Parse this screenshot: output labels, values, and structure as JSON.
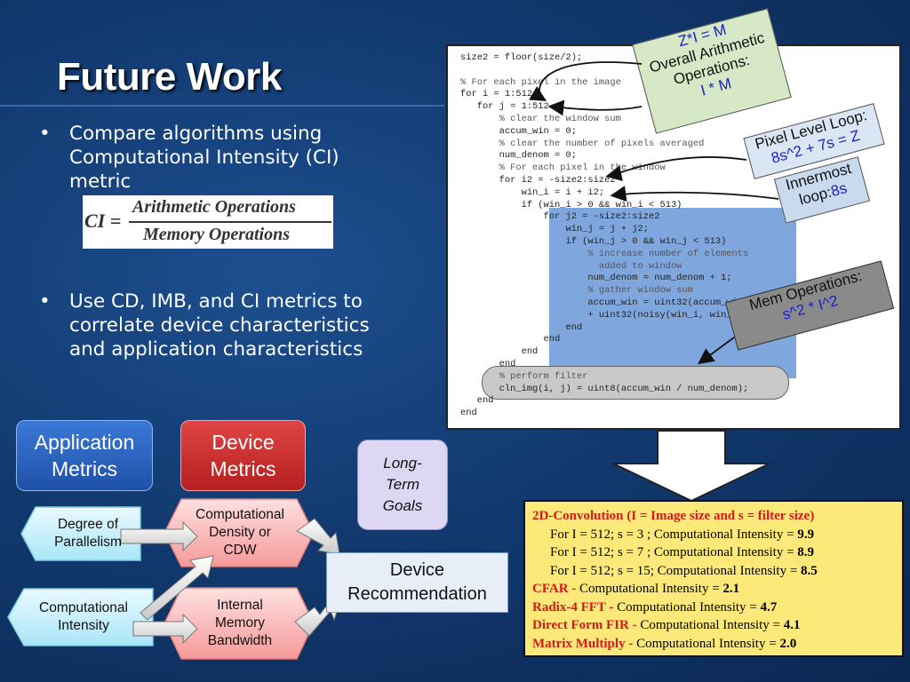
{
  "slide": {
    "title": "Future Work",
    "bullets": [
      {
        "lines": [
          "Compare algorithms using",
          "Computational Intensity (CI)",
          "metric"
        ]
      },
      {
        "lines": [
          "Use CD, IMB, and CI metrics to",
          "correlate device characteristics",
          "and application characteristics"
        ]
      }
    ],
    "bullet_marker": "•",
    "formula": {
      "lhs": "CI =",
      "numerator": "Arithmetic Operations",
      "denominator": "Memory Operations"
    }
  },
  "code": {
    "lines": [
      {
        "text": "size2 = floor(size/2);",
        "comment": false
      },
      {
        "text": "",
        "comment": false
      },
      {
        "text": "% For each pixel in the image",
        "comment": true
      },
      {
        "text": "for i = 1:512",
        "comment": false
      },
      {
        "text": "   for j = 1:512",
        "comment": false
      },
      {
        "text": "       % clear the window sum",
        "comment": true
      },
      {
        "text": "       accum_win = 0;",
        "comment": false
      },
      {
        "text": "       % clear the number of pixels averaged",
        "comment": true
      },
      {
        "text": "       num_denom = 0;",
        "comment": false
      },
      {
        "text": "       % For each pixel in the window",
        "comment": true
      },
      {
        "text": "       for i2 = -size2:size2",
        "comment": false
      },
      {
        "text": "           win_i = i + i2;",
        "comment": false
      },
      {
        "text": "           if (win_i > 0 && win_i < 513)",
        "comment": false
      },
      {
        "text": "               for j2 = -size2:size2",
        "comment": false
      },
      {
        "text": "                   win_j = j + j2;",
        "comment": false
      },
      {
        "text": "                   if (win_j > 0 && win_j < 513)",
        "comment": false
      },
      {
        "text": "                       % increase number of elements",
        "comment": true
      },
      {
        "text": "                         added to window",
        "comment": true
      },
      {
        "text": "                       num_denom = num_denom + 1;",
        "comment": false
      },
      {
        "text": "                       % gather window sum",
        "comment": true
      },
      {
        "text": "                       accum_win = uint32(accum_win)",
        "comment": false
      },
      {
        "text": "                       + uint32(noisy(win_i, win_j));",
        "comment": false
      },
      {
        "text": "                   end",
        "comment": false
      },
      {
        "text": "               end",
        "comment": false
      },
      {
        "text": "           end",
        "comment": false
      },
      {
        "text": "       end",
        "comment": false
      },
      {
        "text": "       % perform filter",
        "comment": true
      },
      {
        "text": "       cln_img(i, j) = uint8(accum_win / num_denom);",
        "comment": false
      },
      {
        "text": "   end",
        "comment": false
      },
      {
        "text": "end",
        "comment": false
      }
    ]
  },
  "annotations": {
    "zim": {
      "line1": "Z*I = M",
      "line2": "Overall Arithmetic",
      "line3": "Operations:",
      "line4": "I * M"
    },
    "pixel_loop": {
      "line1": "Pixel Level Loop:",
      "line2": "8s^2 + 7s = Z"
    },
    "innermost": {
      "line1": "Innermost",
      "line2a": "loop:",
      "line2b": "8s"
    },
    "mem_ops": {
      "line1": "Mem Operations:",
      "line2": "s^2 * I^2"
    }
  },
  "results": {
    "heading": "2D-Convolution (I = Image size and s = filter size)",
    "rows": [
      {
        "prefix": "For I = 512; s = 3 ;  Computational Intensity = ",
        "value": "9.9"
      },
      {
        "prefix": "For I = 512; s = 7 ;  Computational Intensity = ",
        "value": "8.9"
      },
      {
        "prefix": "For I = 512; s = 15; Computational Intensity = ",
        "value": "8.5"
      }
    ],
    "others": [
      {
        "name": "CFAR - ",
        "text": "Computational Intensity = ",
        "value": "2.1"
      },
      {
        "name": "Radix-4 FFT - ",
        "text": "Computational Intensity = ",
        "value": "4.7"
      },
      {
        "name": "Direct Form FIR - ",
        "text": "Computational Intensity = ",
        "value": "4.1"
      },
      {
        "name": "Matrix Multiply - ",
        "text": "Computational Intensity = ",
        "value": "2.0"
      }
    ]
  },
  "diagram": {
    "app_metrics": {
      "line1": "Application",
      "line2": "Metrics"
    },
    "device_metrics": {
      "line1": "Device",
      "line2": "Metrics"
    },
    "long_term": {
      "line1": "Long-",
      "line2": "Term",
      "line3": "Goals"
    },
    "parallelism": {
      "line1": "Degree of",
      "line2": "Parallelism"
    },
    "comp_intensity": {
      "line1": "Computational",
      "line2": "Intensity"
    },
    "cdw": {
      "line1": "Computational",
      "line2": "Density or",
      "line3": "CDW"
    },
    "imb": {
      "line1": "Internal",
      "line2": "Memory",
      "line3": "Bandwidth"
    },
    "device_rec": {
      "line1": "Device",
      "line2": "Recommendation"
    }
  },
  "colors": {
    "background": "#123a70",
    "app_metrics": "#2a64c0",
    "device_metrics": "#c93030",
    "result_box": "#fde97a",
    "highlight_blue": "#6a97d8",
    "accent_red": "#d41a1a",
    "accent_blue": "#1a22c8"
  }
}
